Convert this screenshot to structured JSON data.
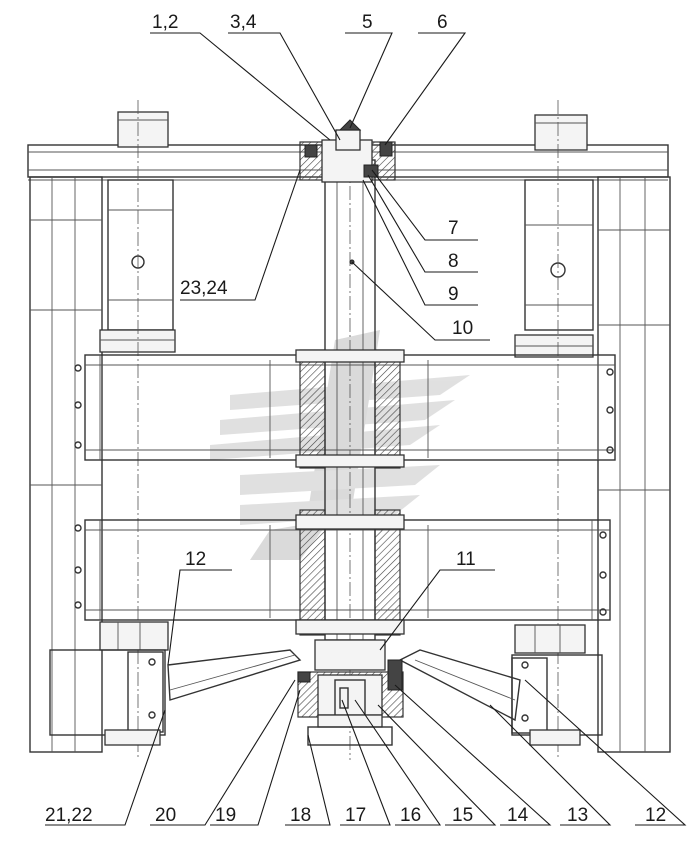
{
  "labels": {
    "l1_2": "1,2",
    "l3_4": "3,4",
    "l5": "5",
    "l6": "6",
    "l7": "7",
    "l8": "8",
    "l9": "9",
    "l10": "10",
    "l11": "11",
    "l12_left": "12",
    "l12_right": "12",
    "l13": "13",
    "l14": "14",
    "l15": "15",
    "l16": "16",
    "l17": "17",
    "l18": "18",
    "l19": "19",
    "l20": "20",
    "l21_22": "21,22",
    "l23_24": "23,24"
  },
  "colors": {
    "line": "#333333",
    "watermark": "#c8c8c8"
  }
}
